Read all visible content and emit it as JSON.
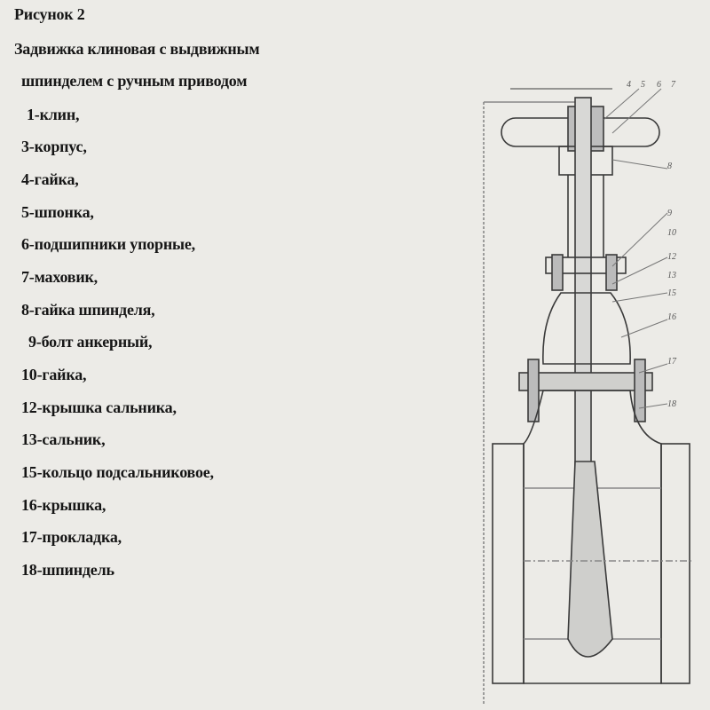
{
  "figure": {
    "label": "Рисунок 2",
    "title_line1": "Задвижка клиновая с выдвижным",
    "title_line2": "шпинделем с ручным приводом",
    "parts": [
      "1-клин,",
      "3-корпус,",
      "4-гайка,",
      "5-шпонка,",
      "6-подшипники упорные,",
      "7-маховик,",
      "8-гайка шпинделя,",
      "9-болт анкерный,",
      "10-гайка,",
      "12-крышка сальника,",
      "13-сальник,",
      "15-кольцо подсальниковое,",
      "16-крышка,",
      "17-прокладка,",
      "18-шпиндель"
    ]
  },
  "drawing": {
    "callouts": [
      "4",
      "5",
      "6",
      "7",
      "8",
      "9",
      "10",
      "12",
      "13",
      "15",
      "16",
      "17",
      "18"
    ]
  }
}
